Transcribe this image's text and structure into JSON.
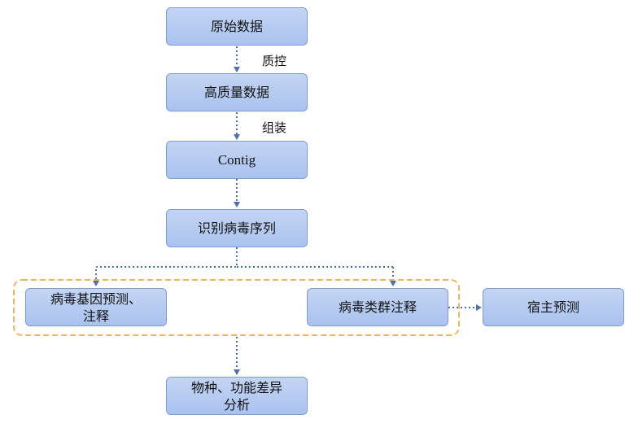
{
  "nodes": {
    "raw_data": "原始数据",
    "hq_data": "高质量数据",
    "contig": "Contig",
    "identify": "识别病毒序列",
    "gene_pred": "病毒基因预测、\n注释",
    "cluster": "病毒类群注释",
    "host": "宿主预测",
    "diff": "物种、功能差异\n分析"
  },
  "edges": {
    "qc": "质控",
    "assembly": "组装"
  },
  "colors": {
    "box_top": "#c4d5f3",
    "box_bottom": "#a9c2ef",
    "box_border": "#7f9bd4",
    "arrow": "#4f6fad",
    "group_border": "#f0b45a"
  }
}
